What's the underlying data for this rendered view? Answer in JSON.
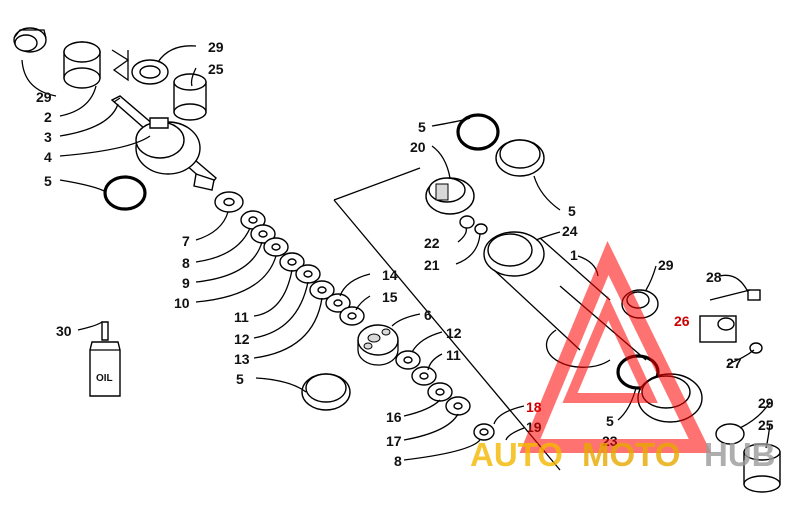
{
  "diagram": {
    "callouts": [
      {
        "id": "c29a",
        "text": "29"
      },
      {
        "id": "c25a",
        "text": "25"
      },
      {
        "id": "c29b",
        "text": "29"
      },
      {
        "id": "c2",
        "text": "2"
      },
      {
        "id": "c3",
        "text": "3"
      },
      {
        "id": "c4",
        "text": "4"
      },
      {
        "id": "c5a",
        "text": "5"
      },
      {
        "id": "c5b",
        "text": "5"
      },
      {
        "id": "c20",
        "text": "20"
      },
      {
        "id": "c5c",
        "text": "5"
      },
      {
        "id": "c7",
        "text": "7"
      },
      {
        "id": "c8a",
        "text": "8"
      },
      {
        "id": "c9",
        "text": "9"
      },
      {
        "id": "c10",
        "text": "10"
      },
      {
        "id": "c22",
        "text": "22"
      },
      {
        "id": "c21",
        "text": "21"
      },
      {
        "id": "c24",
        "text": "24"
      },
      {
        "id": "c1",
        "text": "1"
      },
      {
        "id": "c29c",
        "text": "29"
      },
      {
        "id": "c28",
        "text": "28"
      },
      {
        "id": "c14",
        "text": "14"
      },
      {
        "id": "c15",
        "text": "15"
      },
      {
        "id": "c11a",
        "text": "11"
      },
      {
        "id": "c12a",
        "text": "12"
      },
      {
        "id": "c13",
        "text": "13"
      },
      {
        "id": "c6",
        "text": "6"
      },
      {
        "id": "c12b",
        "text": "12"
      },
      {
        "id": "c11b",
        "text": "11"
      },
      {
        "id": "c30",
        "text": "30"
      },
      {
        "id": "c26",
        "text": "26"
      },
      {
        "id": "c27",
        "text": "27"
      },
      {
        "id": "c5d",
        "text": "5"
      },
      {
        "id": "c16",
        "text": "16"
      },
      {
        "id": "c17",
        "text": "17"
      },
      {
        "id": "c8b",
        "text": "8"
      },
      {
        "id": "c18",
        "text": "18"
      },
      {
        "id": "c19",
        "text": "19"
      },
      {
        "id": "c5e",
        "text": "5"
      },
      {
        "id": "c23",
        "text": "23"
      },
      {
        "id": "c29d",
        "text": "29"
      },
      {
        "id": "c25b",
        "text": "25"
      }
    ],
    "oil_bottle_label": "OIL"
  },
  "watermark": {
    "part1": "AUTO",
    "part2": "MOTO",
    "part3": "HUB",
    "color_primary": "#f5b800",
    "color_secondary": "#e8a800",
    "color_gray": "#9a9a9a",
    "triangle_color": "#ff0000"
  }
}
